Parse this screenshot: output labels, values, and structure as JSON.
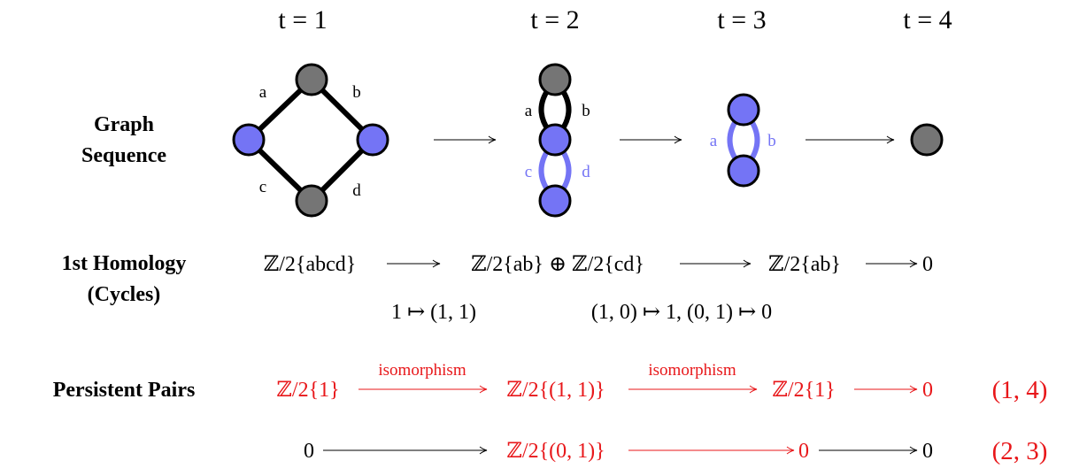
{
  "time_labels": [
    "t = 1",
    "t = 2",
    "t = 3",
    "t = 4"
  ],
  "row_labels": {
    "graph_sequence": [
      "Graph",
      "Sequence"
    ],
    "homology": [
      "1st Homology",
      "(Cycles)"
    ],
    "persistent_pairs": "Persistent Pairs"
  },
  "edge_labels": {
    "g1": [
      "a",
      "b",
      "c",
      "d"
    ],
    "g2": [
      "a",
      "b",
      "c",
      "d"
    ],
    "g3": [
      "a",
      "b"
    ]
  },
  "colors": {
    "blue_node": "#7474f5",
    "gray_node": "#757575",
    "red": "#e8171a"
  },
  "homology": {
    "terms": [
      "ℤ/2{abcd}",
      "ℤ/2{ab} ⊕ ℤ/2{cd}",
      "ℤ/2{ab}",
      "0"
    ],
    "maps": [
      "1 ↦ (1, 1)",
      "(1, 0) ↦ 1, (0, 1) ↦ 0"
    ]
  },
  "persistent_pairs": [
    {
      "terms": [
        "ℤ/2{1}",
        "ℤ/2{(1, 1)}",
        "ℤ/2{1}",
        "0"
      ],
      "arrow_labels": [
        "isomorphism",
        "isomorphism"
      ],
      "pair": "(1, 4)"
    },
    {
      "terms": [
        "0",
        "ℤ/2{(0, 1)}",
        "0",
        "0"
      ],
      "pair": "(2, 3)"
    }
  ]
}
